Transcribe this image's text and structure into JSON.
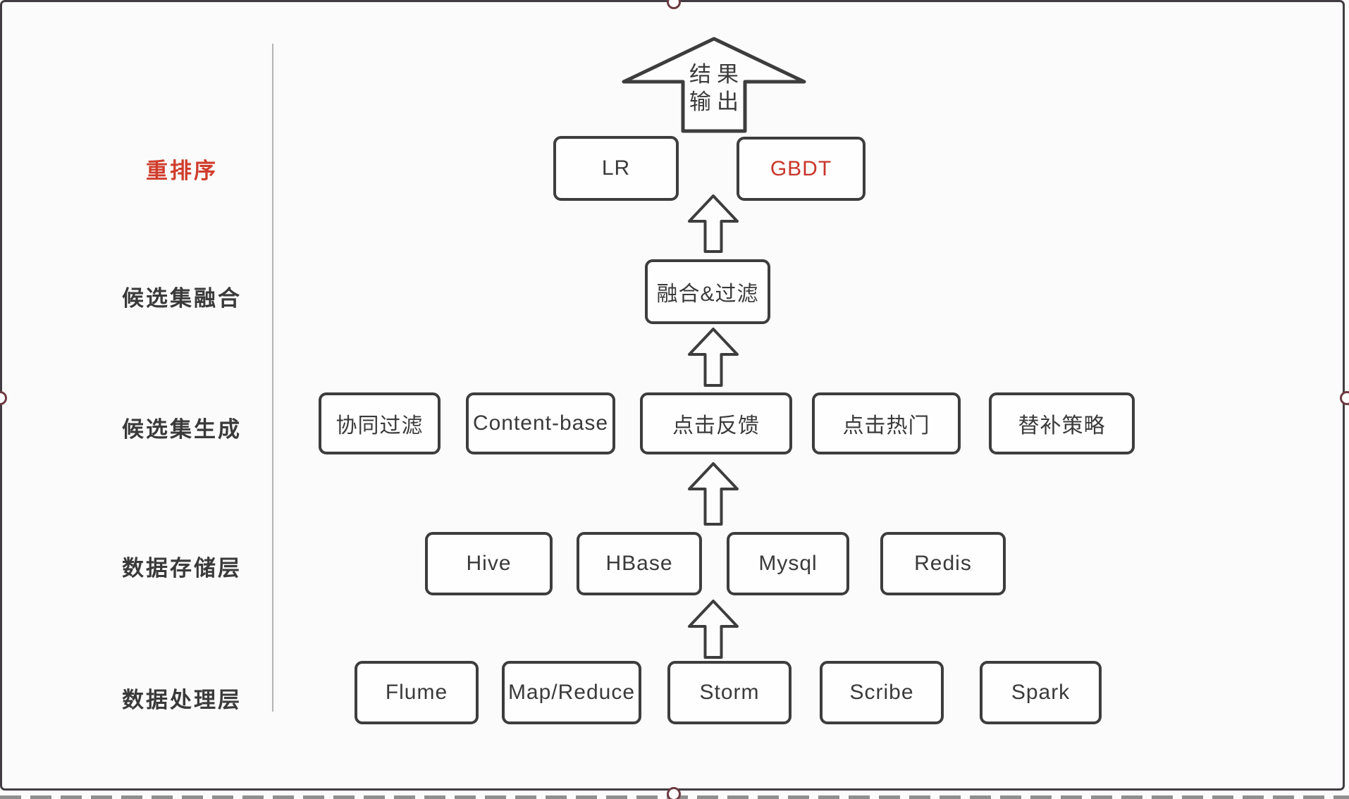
{
  "output_arrow": {
    "line1": "结果",
    "line2": "输出"
  },
  "side_labels": {
    "rerank": "重排序",
    "fusion": "候选集融合",
    "generation": "候选集生成",
    "storage": "数据存储层",
    "processing": "数据处理层"
  },
  "rerank_row": {
    "lr": "LR",
    "gbdt": "GBDT"
  },
  "fusion_row": {
    "merge_filter": "融合&过滤"
  },
  "generation_row": {
    "collaborative_filtering": "协同过滤",
    "content_base": "Content-base",
    "click_feedback": "点击反馈",
    "click_hot": "点击热门",
    "fallback_strategy": "替补策略"
  },
  "storage_row": {
    "hive": "Hive",
    "hbase": "HBase",
    "mysql": "Mysql",
    "redis": "Redis"
  },
  "processing_row": {
    "flume": "Flume",
    "mapreduce": "Map/Reduce",
    "storm": "Storm",
    "scribe": "Scribe",
    "spark": "Spark"
  },
  "colors": {
    "accent_red_label": "#cf3d2c",
    "accent_red_box_text": "#c8352c",
    "box_border": "#3d3d3d",
    "divider_line": "#b3b3b3",
    "frame_border": "#413c41",
    "handle_stroke": "#6d3a42",
    "background": "#fbfbfb"
  }
}
